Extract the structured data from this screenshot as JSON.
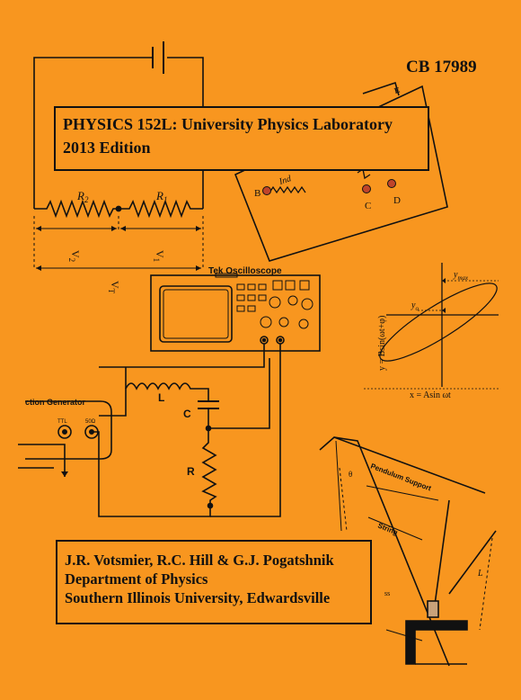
{
  "cover": {
    "code": "CB 17989",
    "title_line1": "PHYSICS 152L:  University Physics Laboratory",
    "title_line2": "2013 Edition",
    "authors": "J.R. Votsmier, R.C. Hill & G.J. Pogatshnik",
    "department": "Department of Physics",
    "university": "Southern Illinois University, Edwardsville"
  },
  "circuit": {
    "r2": "R",
    "r2_sub": "2",
    "r1": "R",
    "r1_sub": "1",
    "v2": "V",
    "v2_sub": "2",
    "v1": "V",
    "v1_sub": "1",
    "vt": "V",
    "vt_sub": "T"
  },
  "coil_board": {
    "ind": "Ind",
    "b": "B",
    "c": "C",
    "d": "D",
    "e": "E"
  },
  "scope": {
    "title": "Tek Oscilloscope"
  },
  "lissajous": {
    "ymax": "y",
    "ymax_sub": "max",
    "yo": "y",
    "yo_sub": "o",
    "y_eq": "y = Bsin(ωt+φ)",
    "x_eq": "x = Asin ωt"
  },
  "rlc": {
    "fg_title": "ction Generator",
    "ttl": "TTL",
    "fg_out": "50Ω",
    "l": "L",
    "c": "C",
    "r": "R"
  },
  "pendulum": {
    "support": "Pendulum Support",
    "string": "String",
    "theta": "θ",
    "l": "L",
    "ss": "ss"
  }
}
